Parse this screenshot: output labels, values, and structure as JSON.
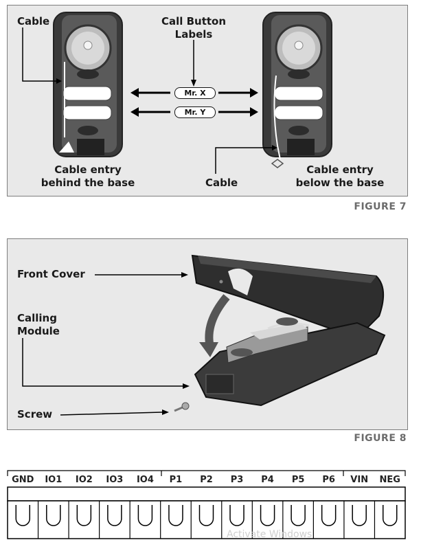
{
  "figure7": {
    "caption": "FIGURE 7",
    "labels": {
      "cable_top": "Cable",
      "call_button_labels": "Call Button\nLabels",
      "tag_x": "Mr. X",
      "tag_y": "Mr. Y",
      "entry_behind": "Cable entry\nbehind the base",
      "cable_bottom": "Cable",
      "entry_below": "Cable entry\nbelow the base"
    }
  },
  "figure8": {
    "caption": "FIGURE 8",
    "labels": {
      "front_cover": "Front Cover",
      "calling_module": "Calling\nModule",
      "screw": "Screw"
    }
  },
  "terminal": {
    "pins": [
      "GND",
      "IO1",
      "IO2",
      "IO3",
      "IO4",
      "P1",
      "P2",
      "P3",
      "P4",
      "P5",
      "P6",
      "VIN",
      "NEG"
    ]
  },
  "watermark": "Activate Windows"
}
